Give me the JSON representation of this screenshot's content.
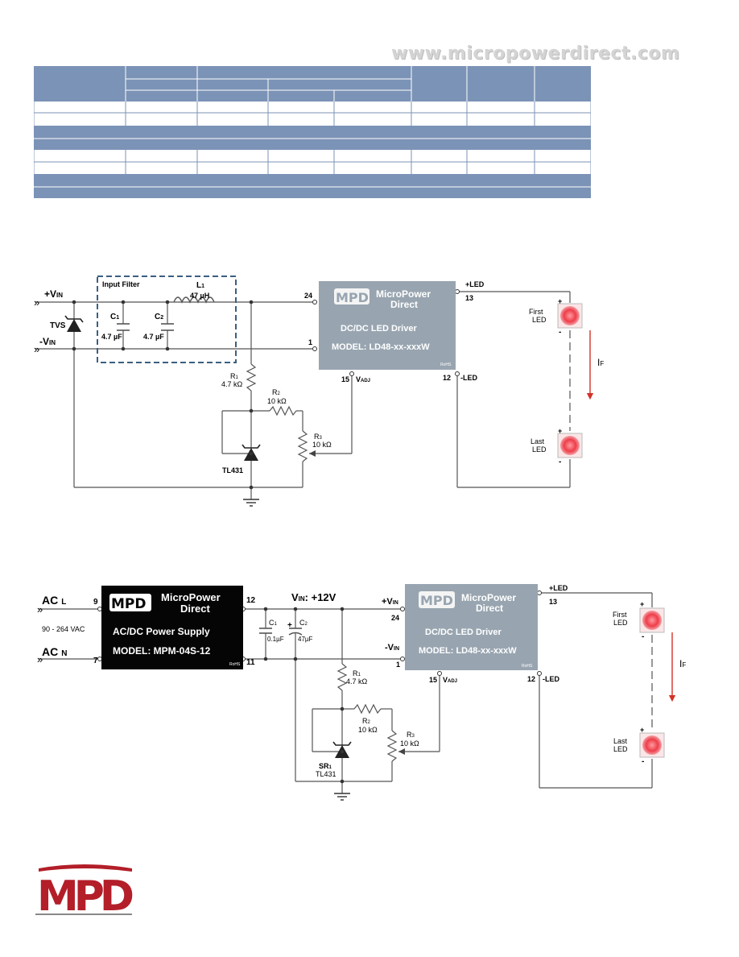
{
  "header": {
    "website": "www.micropowerdirect.com"
  },
  "colors": {
    "table_blue": "#7b93b6",
    "led_red": "#e8474f",
    "module_gray": "#98a5b0",
    "filter_dash": "#3b5f80",
    "arrow_red": "#d33228",
    "logo_red": "#b31e28"
  },
  "diagram1": {
    "vin_pos": "+V",
    "vin_neg": "-V",
    "vin_sub": "IN",
    "tvs": "TVS",
    "filter_title": "Input Filter",
    "c1": "C",
    "c1_sub": "1",
    "c1_val": "4.7 µF",
    "c2": "C",
    "c2_sub": "2",
    "c2_val": "4.7 µF",
    "l1": "L",
    "l1_sub": "1",
    "l1_val": "47 µH",
    "r1": "R",
    "r1_sub": "1",
    "r1_val": "4.7 kΩ",
    "r2": "R",
    "r2_sub": "2",
    "r2_val": "10 kΩ",
    "r3": "R",
    "r3_sub": "3",
    "r3_val": "10 kΩ",
    "tl431": "TL431",
    "module_brand_1": "MicroPower",
    "module_brand_2": "Direct",
    "module_title": "DC/DC LED Driver",
    "module_model": "MODEL: LD48-xx-xxxW",
    "rohs": "RoHS",
    "pin24": "24",
    "pin1": "1",
    "pin15": "15",
    "vadj": "V",
    "vadj_sub": "ADJ",
    "pin13": "13",
    "pin12": "12",
    "led_pos": "+LED",
    "led_neg": "-LED",
    "first_led": "First",
    "first_led2": "LED",
    "last_led": "Last",
    "last_led2": "LED",
    "plus": "+",
    "minus": "-",
    "if": "I",
    "if_sub": "F"
  },
  "diagram2": {
    "ac_l": "AC",
    "ac_l_sub": "L",
    "ac_n": "AC",
    "ac_n_sub": "N",
    "ac_range": "90 - 264 VAC",
    "pin9": "9",
    "pin7": "7",
    "pin12": "12",
    "pin11": "11",
    "psu_brand_1": "MicroPower",
    "psu_brand_2": "Direct",
    "psu_title": "AC/DC Power Supply",
    "psu_model": "MODEL: MPM-04S-12",
    "rohs": "RoHS",
    "vin_label": "V",
    "vin_sub": "IN",
    "vin_value": ": +12V",
    "c1": "C",
    "c1_sub": "1",
    "c1_val": "0.1µF",
    "c2": "C",
    "c2_sub": "2",
    "c2_val": "47µF",
    "r1": "R",
    "r1_sub": "1",
    "r1_val": "4.7 kΩ",
    "r2": "R",
    "r2_sub": "2",
    "r2_val": "10 kΩ",
    "r3": "R",
    "r3_sub": "3",
    "r3_val": "10 kΩ",
    "sr1": "SR",
    "sr1_sub": "1",
    "tl431": "TL431",
    "vin_pos": "+V",
    "vin_neg": "-V",
    "vin_pin_sub": "IN",
    "pin24": "24",
    "pin1": "1",
    "pin15": "15",
    "vadj": "V",
    "vadj_sub": "ADJ",
    "module_brand_1": "MicroPower",
    "module_brand_2": "Direct",
    "module_title": "DC/DC LED Driver",
    "module_model": "MODEL: LD48-xx-xxxW",
    "pin13": "13",
    "pin12b": "12",
    "led_pos": "+LED",
    "led_neg": "-LED",
    "first_led": "First",
    "first_led2": "LED",
    "last_led": "Last",
    "last_led2": "LED",
    "plus": "+",
    "minus": "-",
    "if": "I",
    "if_sub": "F"
  },
  "footer": {
    "logo_text": "MPD"
  }
}
